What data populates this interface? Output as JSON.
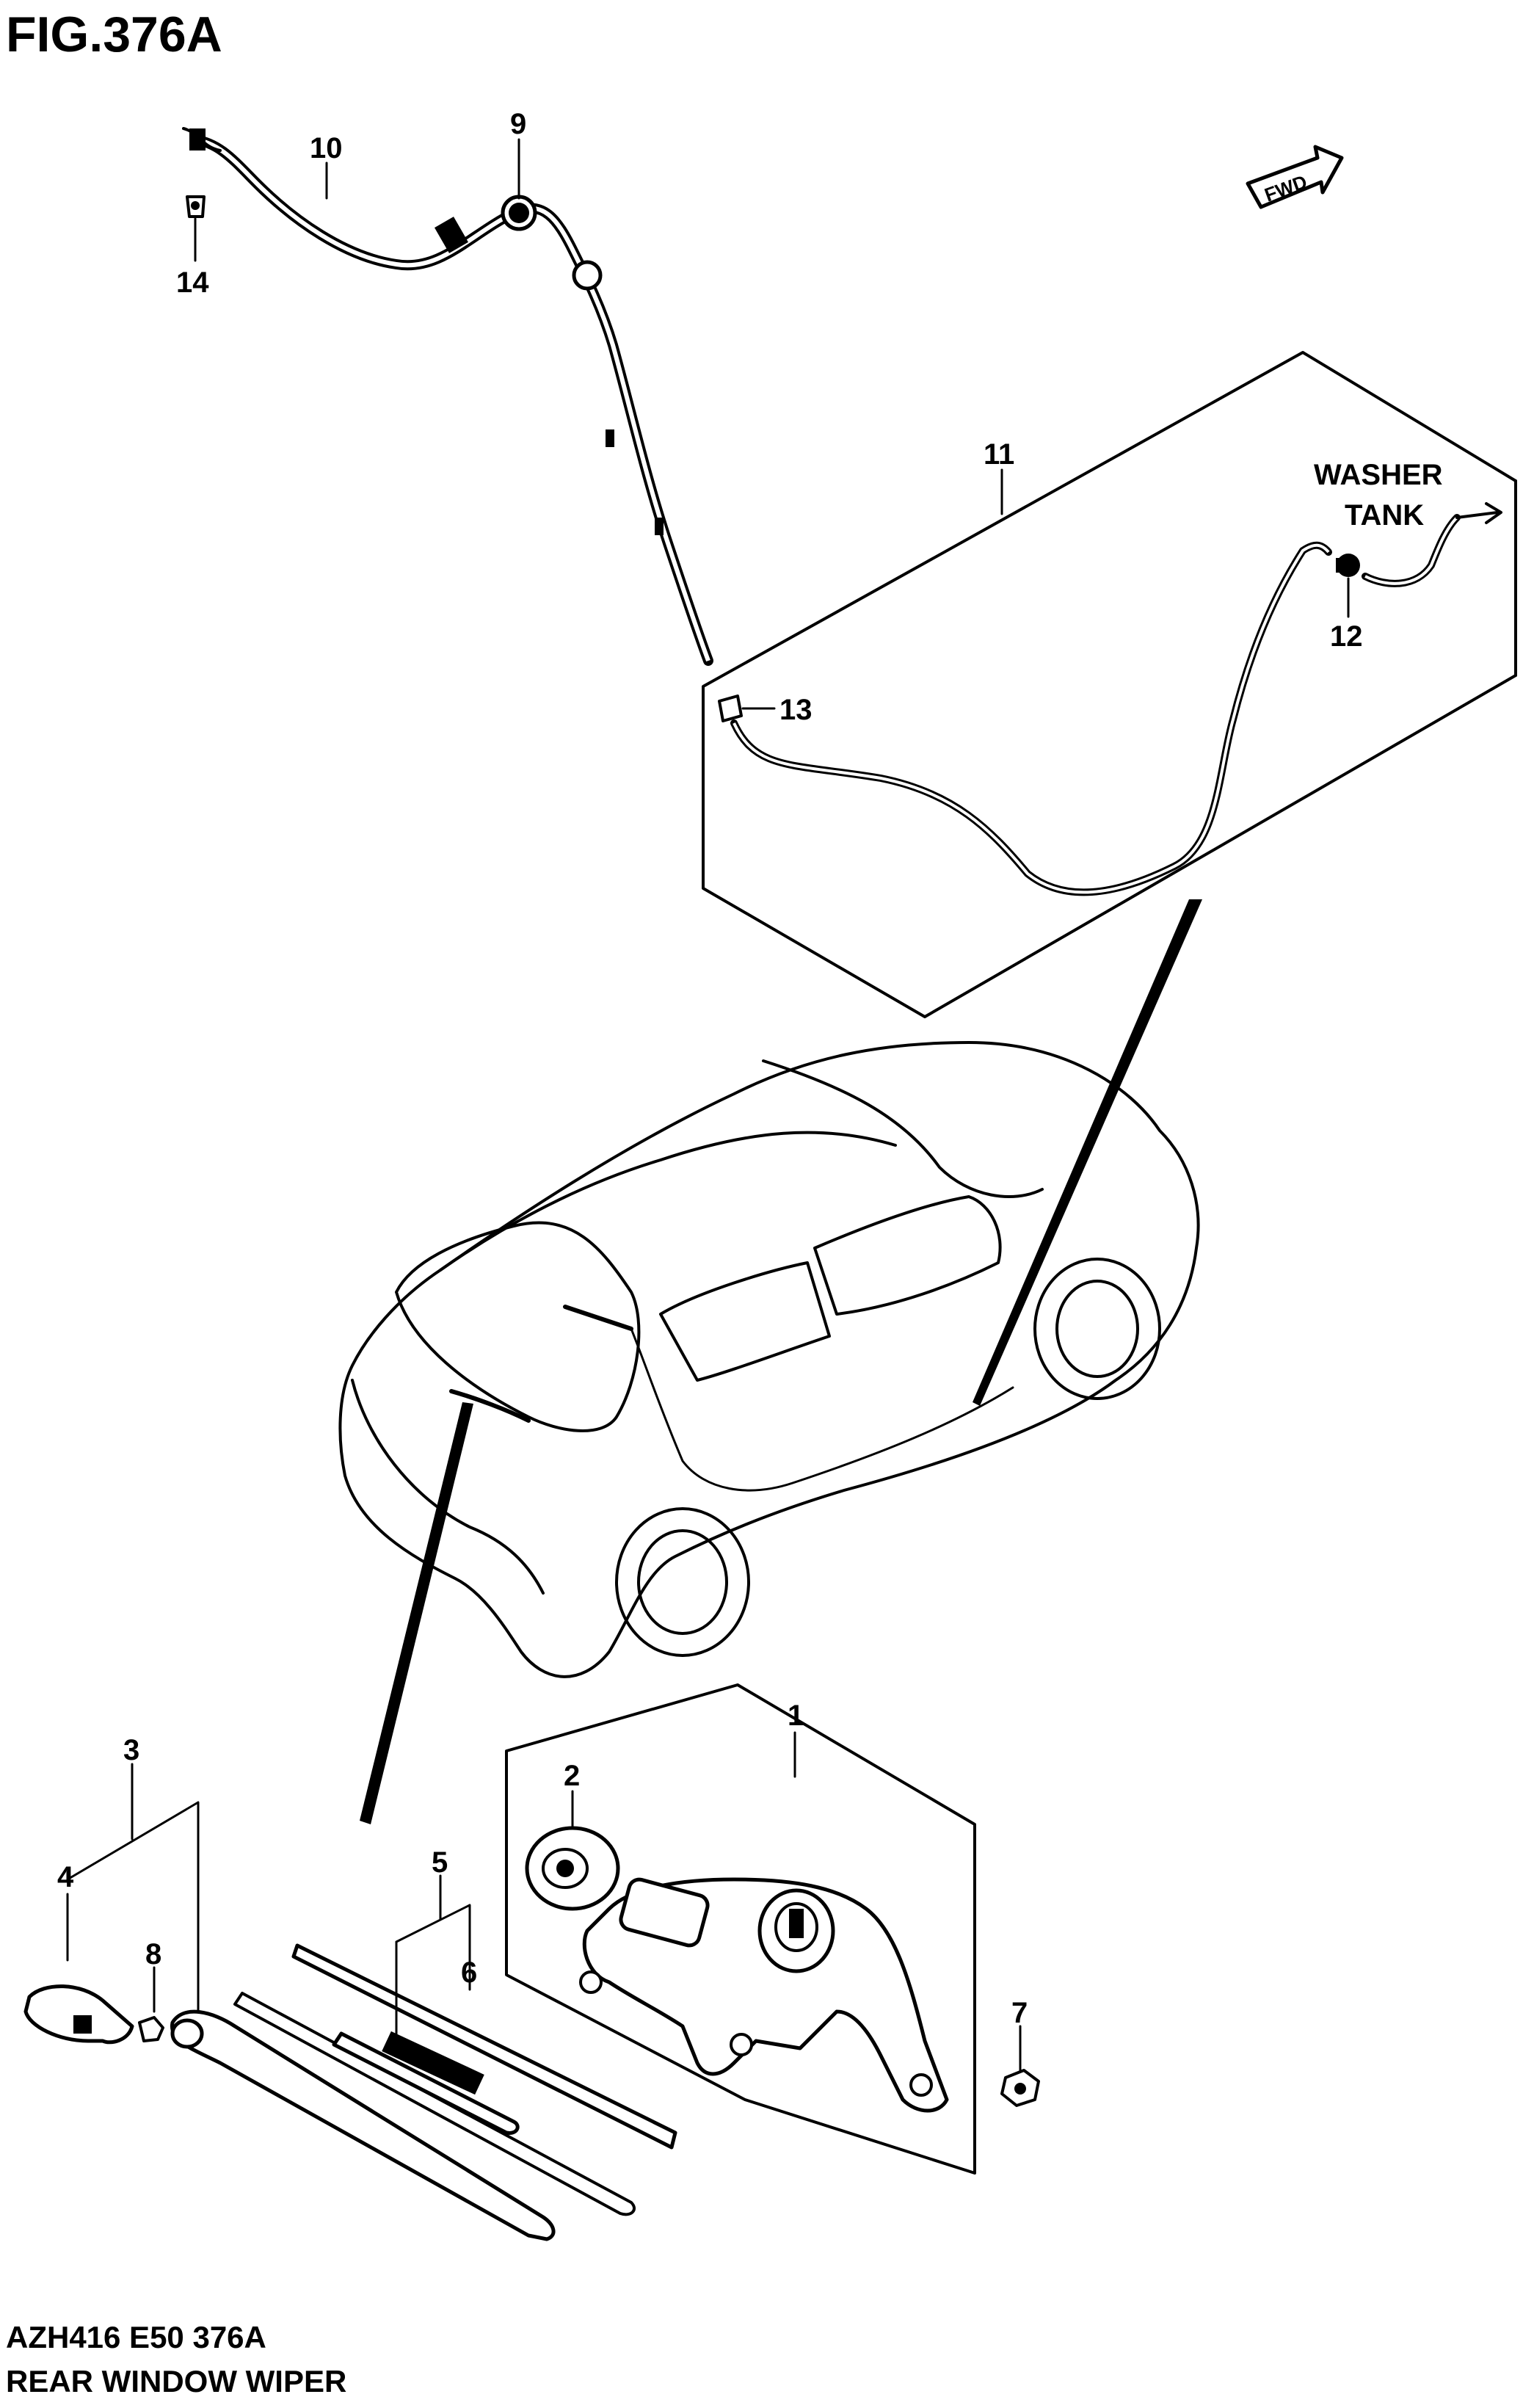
{
  "figure": {
    "title": "FIG.376A"
  },
  "footer": {
    "code": "AZH416 E50 376A",
    "name": "REAR WINDOW WIPER"
  },
  "fwd_arrow": {
    "text": "FWD"
  },
  "washer_tank": {
    "line1": "WASHER",
    "line2": "TANK"
  },
  "callouts": {
    "c1": "1",
    "c2": "2",
    "c3": "3",
    "c4": "4",
    "c5": "5",
    "c6": "6",
    "c7": "7",
    "c8": "8",
    "c9": "9",
    "c10": "10",
    "c11": "11",
    "c12": "12",
    "c13": "13",
    "c14": "14"
  }
}
